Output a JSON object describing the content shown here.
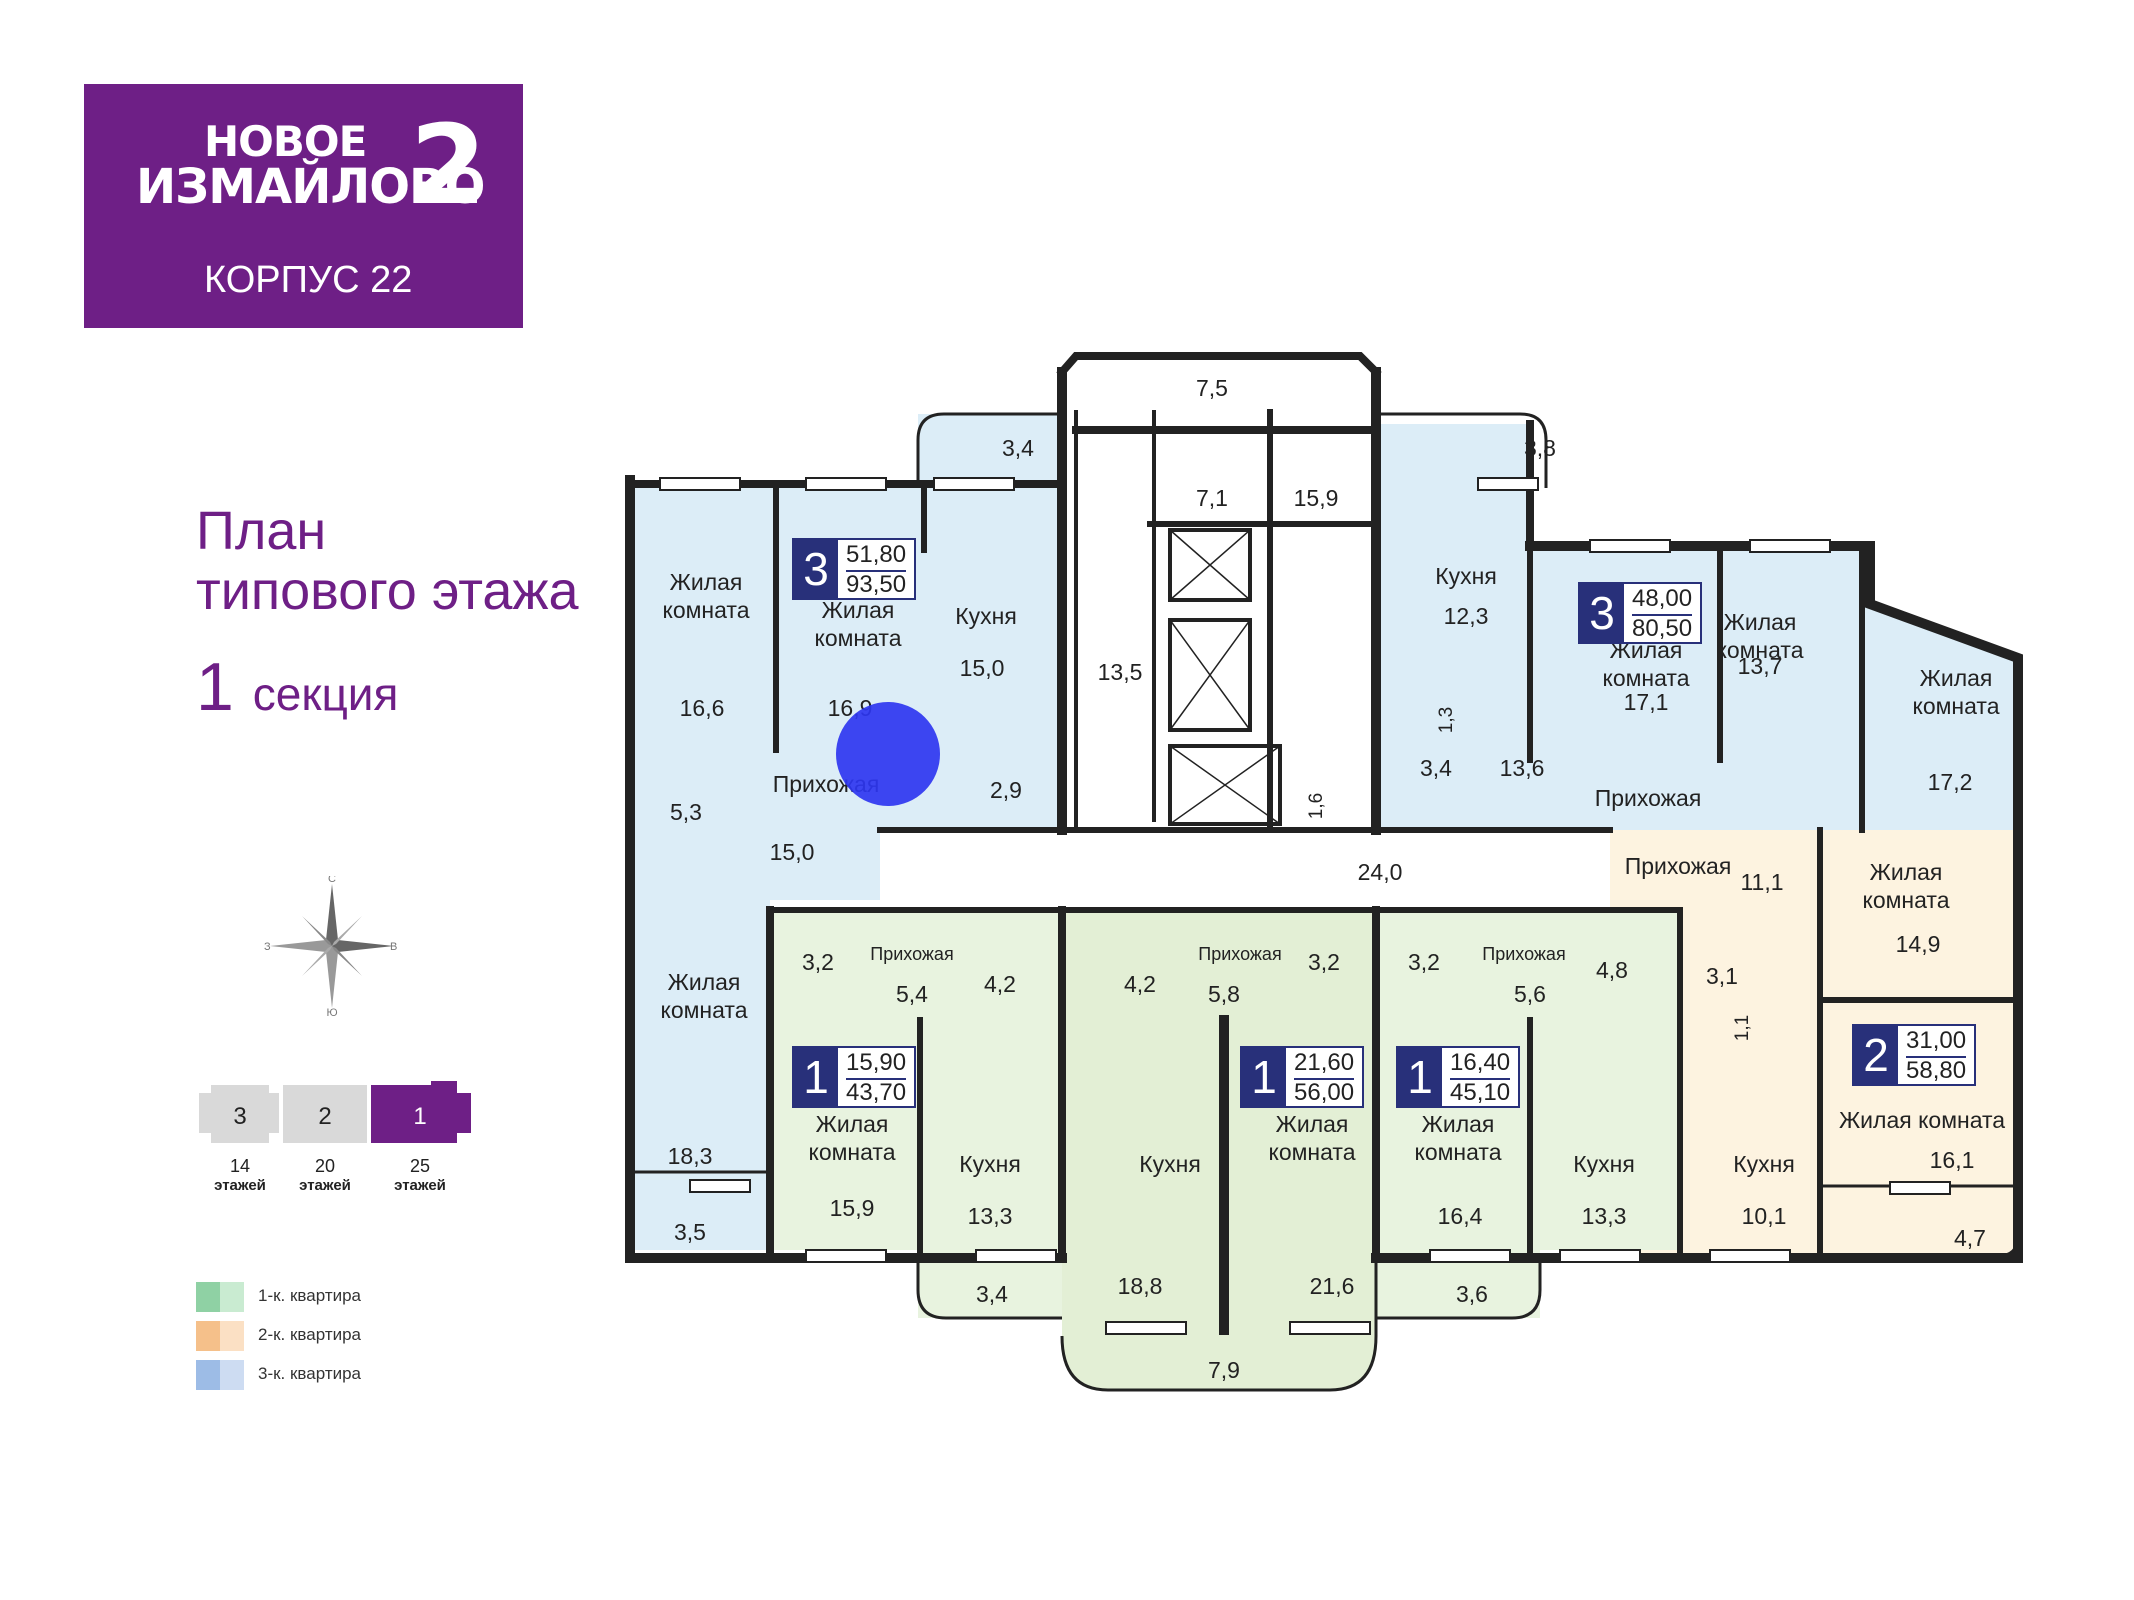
{
  "project": {
    "name_line1": "НОВОЕ",
    "name_line2": "ИЗМАЙЛОВО",
    "number": "2",
    "building": "КОРПУС 22"
  },
  "heading": {
    "line1": "План",
    "line2": "типового этажа",
    "section_num": "1",
    "section_word": "секция"
  },
  "compass": {
    "n": "С",
    "s": "Ю",
    "w": "З",
    "e": "В"
  },
  "sections": {
    "items": [
      {
        "label": "3",
        "floors": "14",
        "floors_word": "этажей",
        "color": "#d9d9d9"
      },
      {
        "label": "2",
        "floors": "20",
        "floors_word": "этажей",
        "color": "#d9d9d9"
      },
      {
        "label": "1",
        "floors": "25",
        "floors_word": "этажей",
        "color": "#6e1f86"
      }
    ]
  },
  "legend": [
    {
      "label": "1-к. квартира",
      "color": "#a8d9b4"
    },
    {
      "label": "2-к. квартира",
      "color": "#f5c99a"
    },
    {
      "label": "3-к. квартира",
      "color": "#a9c5e8"
    }
  ],
  "apartments": [
    {
      "rooms": "3",
      "area_living": "51,80",
      "area_total": "93,50"
    },
    {
      "rooms": "3",
      "area_living": "48,00",
      "area_total": "80,50"
    },
    {
      "rooms": "1",
      "area_living": "15,90",
      "area_total": "43,70"
    },
    {
      "rooms": "1",
      "area_living": "21,60",
      "area_total": "56,00"
    },
    {
      "rooms": "1",
      "area_living": "16,40",
      "area_total": "45,10"
    },
    {
      "rooms": "2",
      "area_living": "31,00",
      "area_total": "58,80"
    }
  ],
  "labels": [
    {
      "text": "7,5"
    },
    {
      "text": "3,4"
    },
    {
      "text": "3,8"
    },
    {
      "text": "7,1"
    },
    {
      "text": "15,9"
    },
    {
      "text": "Жилая\nкомната"
    },
    {
      "text": "16,6"
    },
    {
      "text": "Жилая\nкомната"
    },
    {
      "text": "16,9"
    },
    {
      "text": "Кухня"
    },
    {
      "text": "15,0"
    },
    {
      "text": "13,5"
    },
    {
      "text": "Кухня"
    },
    {
      "text": "12,3"
    },
    {
      "text": "Жилая\nкомната"
    },
    {
      "text": "17,1"
    },
    {
      "text": "Жилая\nкомната"
    },
    {
      "text": "13,7"
    },
    {
      "text": "Жилая\nкомната"
    },
    {
      "text": "17,2"
    },
    {
      "text": "Прихожая"
    },
    {
      "text": "15,0"
    },
    {
      "text": "5,3"
    },
    {
      "text": "2,9"
    },
    {
      "text": "1,3"
    },
    {
      "text": "3,4"
    },
    {
      "text": "13,6"
    },
    {
      "text": "Прихожая"
    },
    {
      "text": "1,6"
    },
    {
      "text": "24,0"
    },
    {
      "text": "Прихожая"
    },
    {
      "text": "11,1"
    },
    {
      "text": "Жилая\nкомната"
    },
    {
      "text": "14,9"
    },
    {
      "text": "Жилая\nкомната"
    },
    {
      "text": "18,3"
    },
    {
      "text": "3,5"
    },
    {
      "text": "3,2"
    },
    {
      "text": "Прихожая"
    },
    {
      "text": "5,4"
    },
    {
      "text": "4,2"
    },
    {
      "text": "4,2"
    },
    {
      "text": "Прихожая"
    },
    {
      "text": "5,8"
    },
    {
      "text": "3,2"
    },
    {
      "text": "3,2"
    },
    {
      "text": "Прихожая"
    },
    {
      "text": "5,6"
    },
    {
      "text": "4,8"
    },
    {
      "text": "3,1"
    },
    {
      "text": "1,1"
    },
    {
      "text": "Жилая\nкомната"
    },
    {
      "text": "15,9"
    },
    {
      "text": "Кухня"
    },
    {
      "text": "13,3"
    },
    {
      "text": "Кухня"
    },
    {
      "text": "Жилая\nкомната"
    },
    {
      "text": "Жилая\nкомната"
    },
    {
      "text": "16,4"
    },
    {
      "text": "Кухня"
    },
    {
      "text": "13,3"
    },
    {
      "text": "Кухня"
    },
    {
      "text": "10,1"
    },
    {
      "text": "Жилая комната"
    },
    {
      "text": "16,1"
    },
    {
      "text": "18,8"
    },
    {
      "text": "21,6"
    },
    {
      "text": "3,4"
    },
    {
      "text": "3,6"
    },
    {
      "text": "4,7"
    },
    {
      "text": "7,9"
    }
  ]
}
